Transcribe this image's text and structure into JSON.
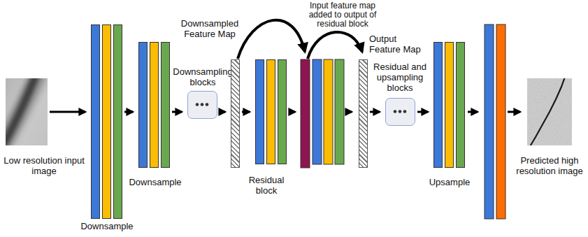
{
  "diagram": {
    "nodes": [
      {
        "text": [
          "Low resolution input image"
        ]
      },
      {
        "text": [
          "Downsample"
        ]
      },
      {
        "text": [
          "Downsample"
        ]
      },
      {
        "text": [
          "Downsampling blocks"
        ]
      },
      {
        "text": [
          "Downsampled Feature Map"
        ]
      },
      {
        "text": [
          "Residual block"
        ]
      },
      {
        "text": [
          "Output Feature Map"
        ]
      },
      {
        "text": [
          "Residual and upsampling blocks"
        ]
      },
      {
        "text": [
          "Upsample"
        ]
      },
      {
        "text": [
          "Predicted high resolution image"
        ]
      }
    ],
    "edges": [
      {
        "from": 0,
        "to": 1,
        "arrow": "to"
      },
      {
        "from": 1,
        "to": 2,
        "arrow": "to"
      },
      {
        "from": 2,
        "to": 3,
        "arrow": "to"
      },
      {
        "from": 3,
        "to": 4,
        "arrow": "to"
      },
      {
        "from": 4,
        "to": 5,
        "arrow": "to"
      },
      {
        "from": 6,
        "to": 7,
        "arrow": "to"
      },
      {
        "from": 7,
        "to": 8,
        "arrow": "to"
      }
    ],
    "labels": [
      "Input feature map added to output of residual block"
    ]
  }
}
